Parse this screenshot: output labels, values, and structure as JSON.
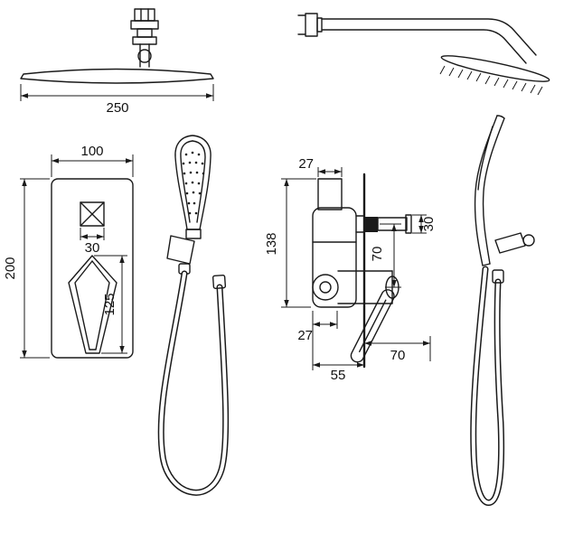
{
  "colors": {
    "ink": "#1a1a1a",
    "background": "#ffffff"
  },
  "views": {
    "rain_shower_front": {
      "dims": {
        "width": "250"
      }
    },
    "mixer_front": {
      "dims": {
        "width": "100",
        "inlet": "30",
        "height": "200",
        "handle": "125"
      }
    },
    "mixer_side": {
      "dims": {
        "top_inlet": "27",
        "height": "138",
        "outlet": "30",
        "drop": "70",
        "bottom_inlet": "27",
        "depth": "55",
        "reach": "70"
      }
    }
  }
}
